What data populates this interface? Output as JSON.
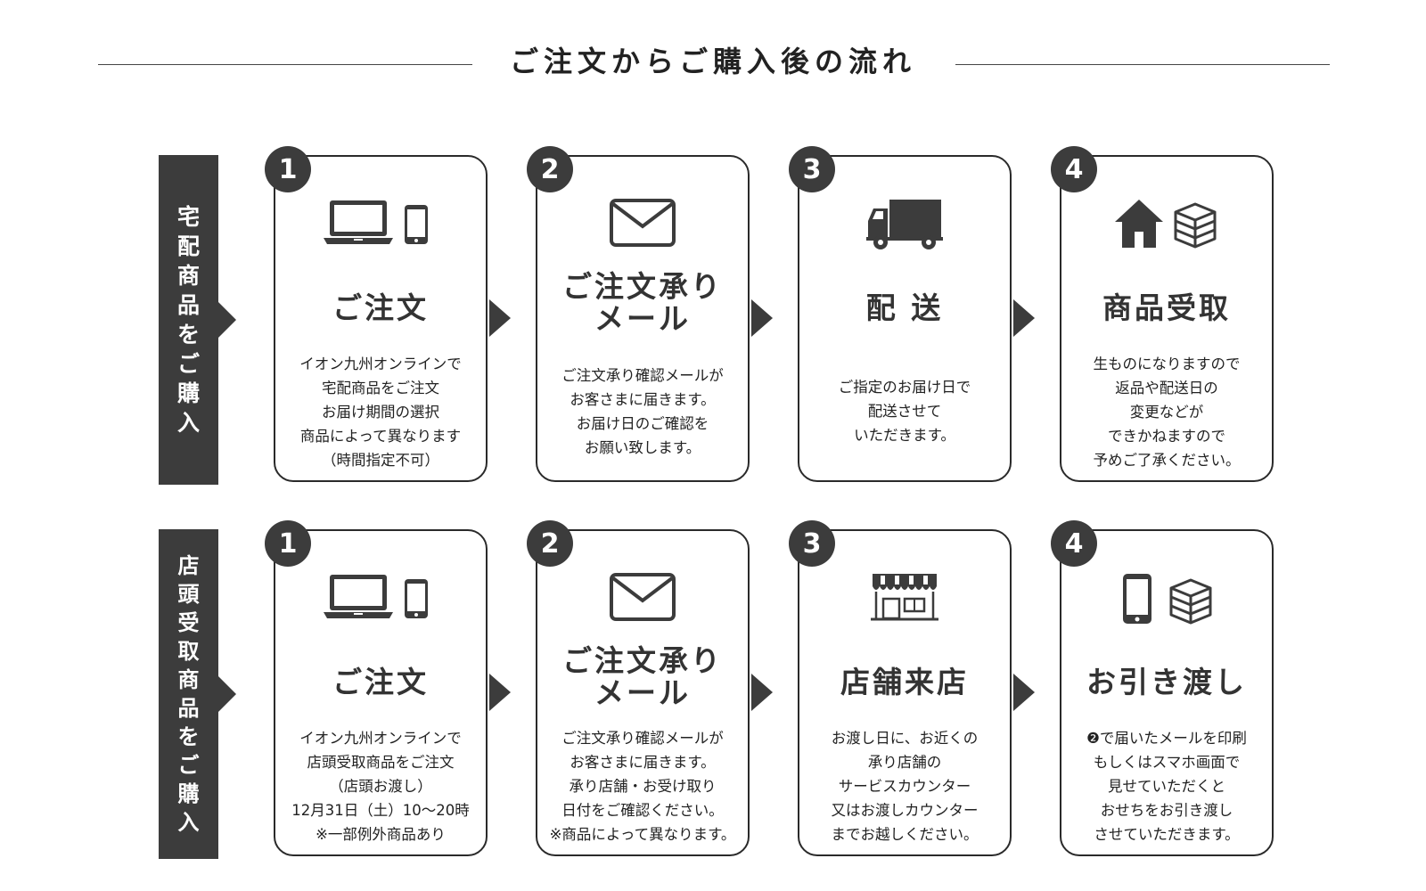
{
  "header": {
    "title": "ご注文からご購入後の流れ"
  },
  "rows": [
    {
      "label": "宅配商品をご購入",
      "cards": [
        {
          "number": "1",
          "icon": "laptop-and-smartphone-icon",
          "title_lines": [
            "ご注文"
          ],
          "desc_lines": [
            "イオン九州オンラインで",
            "宅配商品をご注文",
            "お届け期間の選択",
            "商品によって異なります",
            "（時間指定不可）"
          ]
        },
        {
          "number": "2",
          "icon": "envelope-icon",
          "title_lines": [
            "ご注文承り",
            "メール"
          ],
          "desc_lines": [
            "ご注文承り確認メールが",
            "お客さまに届きます。",
            "お届け日のご確認を",
            "お願い致します。"
          ]
        },
        {
          "number": "3",
          "icon": "delivery-truck-icon",
          "title_lines": [
            "配 送"
          ],
          "desc_lines": [
            "ご指定のお届け日で",
            "配送させて",
            "いただきます。"
          ]
        },
        {
          "number": "4",
          "icon": "house-and-box-icon",
          "title_lines": [
            "商品受取"
          ],
          "desc_lines": [
            "生ものになりますので",
            "返品や配送日の",
            "変更などが",
            "できかねますので",
            "予めご了承ください。"
          ]
        }
      ]
    },
    {
      "label": "店頭受取商品をご購入",
      "cards": [
        {
          "number": "1",
          "icon": "laptop-and-smartphone-icon",
          "title_lines": [
            "ご注文"
          ],
          "desc_lines": [
            "イオン九州オンラインで",
            "店頭受取商品をご注文",
            "（店頭お渡し）",
            "12月31日（土）10〜20時",
            "※一部例外商品あり"
          ]
        },
        {
          "number": "2",
          "icon": "envelope-icon",
          "title_lines": [
            "ご注文承り",
            "メール"
          ],
          "desc_lines": [
            "ご注文承り確認メールが",
            "お客さまに届きます。",
            "承り店舗・お受け取り",
            "日付をご確認ください。",
            "※商品によって異なります。"
          ]
        },
        {
          "number": "3",
          "icon": "storefront-icon",
          "title_lines": [
            "店舗来店"
          ],
          "desc_lines": [
            "お渡し日に、お近くの",
            "承り店舗の",
            "サービスカウンター",
            "又はお渡しカウンター",
            "までお越しください。"
          ]
        },
        {
          "number": "4",
          "icon": "smartphone-and-box-icon",
          "title_lines": [
            "お引き渡し"
          ],
          "desc_lines": [
            "❷で届いたメールを印刷",
            "もしくはスマホ画面で",
            "見せていただくと",
            "おせちをお引き渡し",
            "させていただきます。"
          ]
        }
      ]
    }
  ]
}
